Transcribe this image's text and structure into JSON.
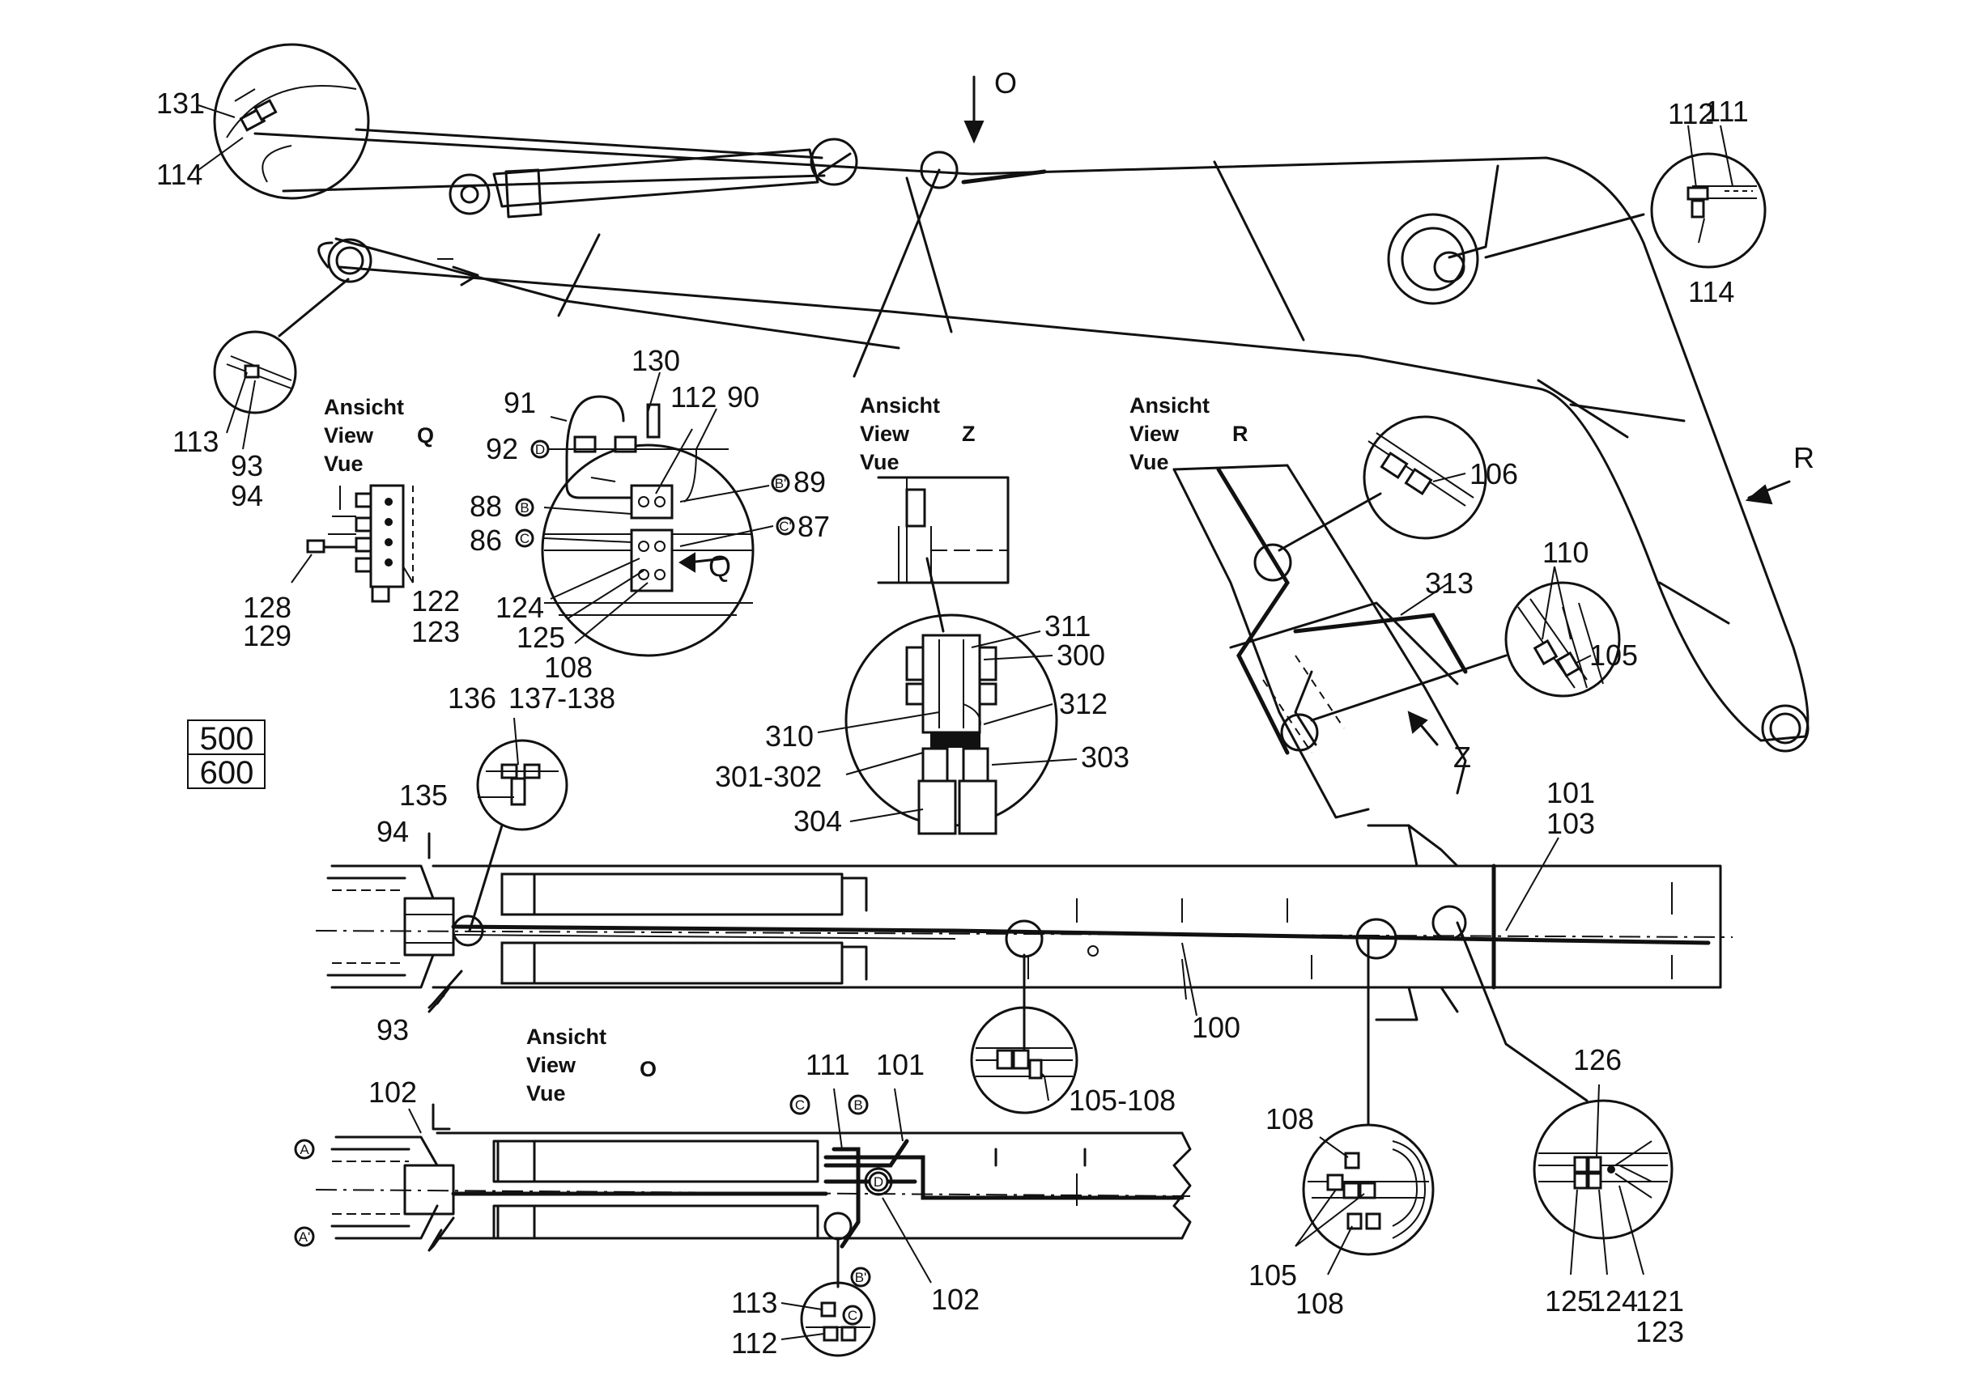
{
  "views": {
    "q": {
      "ansicht": "Ansicht",
      "view": "View",
      "letter": "Q",
      "vue": "Vue"
    },
    "z": {
      "ansicht": "Ansicht",
      "view": "View",
      "letter": "Z",
      "vue": "Vue"
    },
    "r": {
      "ansicht": "Ansicht",
      "view": "View",
      "letter": "R",
      "vue": "Vue"
    },
    "o": {
      "ansicht": "Ansicht",
      "view": "View",
      "letter": "O",
      "vue": "Vue"
    }
  },
  "models": [
    "500",
    "600"
  ],
  "markers": {
    "a": "A",
    "a_prime": "A'",
    "b": "B",
    "b_prime": "B'",
    "c": "C",
    "c_prime": "C'",
    "d": "D"
  },
  "labels": {
    "O": "O",
    "Q": "Q",
    "R": "R",
    "Z": "Z",
    "86": "86",
    "87": "87",
    "88": "88",
    "89": "89",
    "90": "90",
    "91": "91",
    "92": "92",
    "93": "93",
    "94": "94",
    "100": "100",
    "101": "101",
    "102": "102",
    "103": "103",
    "105": "105",
    "106": "106",
    "108": "108",
    "110": "110",
    "111": "111",
    "112": "112",
    "113": "113",
    "114": "114",
    "121": "121",
    "122": "122",
    "123": "123",
    "124": "124",
    "125": "125",
    "126": "126",
    "128": "128",
    "129": "129",
    "130": "130",
    "131": "131",
    "135": "135",
    "136": "136",
    "137_138": "137-138",
    "300": "300",
    "301_302": "301-302",
    "303": "303",
    "304": "304",
    "310": "310",
    "311": "311",
    "312": "312",
    "313": "313",
    "105_108": "105-108"
  }
}
